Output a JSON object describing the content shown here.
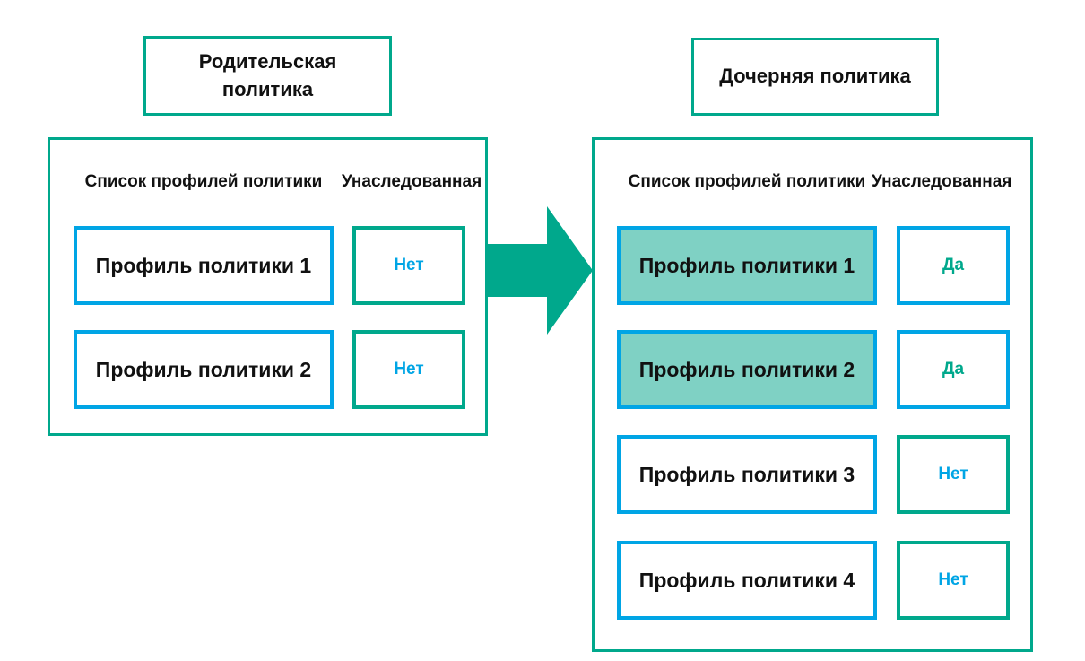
{
  "colors": {
    "teal": "#00A88C",
    "teal-light": "#7FD1C4",
    "blue": "#00A5E5",
    "ink": "#111111"
  },
  "parent_policy": {
    "title": "Родительская\nполитика",
    "headers": {
      "profiles": "Список профилей политики",
      "inherited": "Унаследованная"
    },
    "rows": [
      {
        "profile": "Профиль политики 1",
        "inherited": "Нет",
        "highlighted": false
      },
      {
        "profile": "Профиль политики 2",
        "inherited": "Нет",
        "highlighted": false
      }
    ]
  },
  "child_policy": {
    "title": "Дочерняя политика",
    "headers": {
      "profiles": "Список профилей политики",
      "inherited": "Унаследованная"
    },
    "rows": [
      {
        "profile": "Профиль политики 1",
        "inherited": "Да",
        "highlighted": true
      },
      {
        "profile": "Профиль политики 2",
        "inherited": "Да",
        "highlighted": true
      },
      {
        "profile": "Профиль политики 3",
        "inherited": "Нет",
        "highlighted": false
      },
      {
        "profile": "Профиль политики 4",
        "inherited": "Нет",
        "highlighted": false
      }
    ]
  },
  "arrow": {
    "direction": "right",
    "meaning": "inheritance-flow"
  }
}
